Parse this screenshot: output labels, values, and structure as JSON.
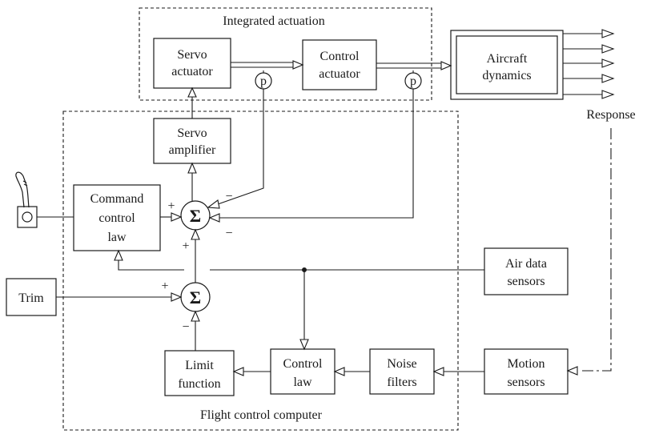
{
  "groups": {
    "integrated_actuation": "Integrated actuation",
    "flight_control_computer": "Flight control computer"
  },
  "blocks": {
    "servo_actuator": [
      "Servo",
      "actuator"
    ],
    "control_actuator": [
      "Control",
      "actuator"
    ],
    "aircraft_dynamics": [
      "Aircraft",
      "dynamics"
    ],
    "servo_amplifier": [
      "Servo",
      "amplifier"
    ],
    "command_control_law": [
      "Command",
      "control",
      "law"
    ],
    "trim": [
      "Trim"
    ],
    "air_data_sensors": [
      "Air data",
      "sensors"
    ],
    "limit_function": [
      "Limit",
      "function"
    ],
    "control_law": [
      "Control",
      "law"
    ],
    "noise_filters": [
      "Noise",
      "filters"
    ],
    "motion_sensors": [
      "Motion",
      "sensors"
    ]
  },
  "labels": {
    "response": "Response",
    "pickoff": "p",
    "sigma": "Σ"
  },
  "signs": {
    "sum1_left": "+",
    "sum1_bottom": "+",
    "sum1_upper_right": "−",
    "sum1_lower_right": "−",
    "sum2_left": "+",
    "sum2_bottom": "−"
  },
  "icons": {
    "pilot_stick": "control-stick-icon"
  }
}
